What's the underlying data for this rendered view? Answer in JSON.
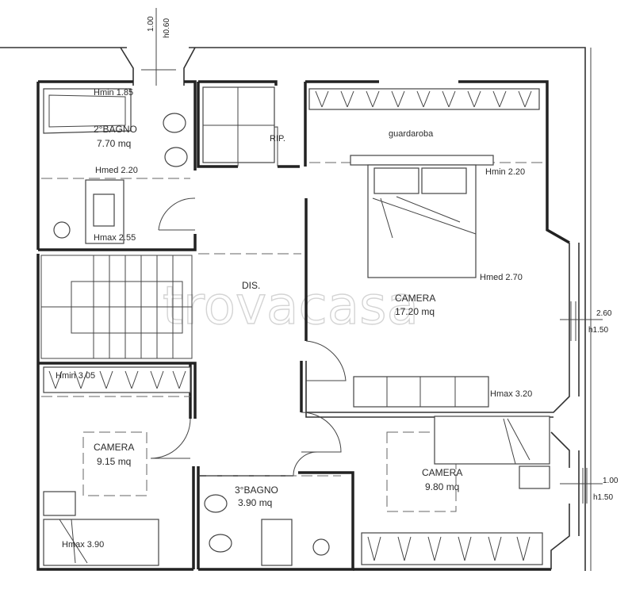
{
  "watermark": "trovacasa",
  "rooms": {
    "bagno2": {
      "name": "2°BAGNO",
      "area": "7.70 mq",
      "hmin": "Hmin 1.85",
      "hmed": "Hmed 2.20",
      "hmax": "Hmax 2.55"
    },
    "rip": {
      "name": "RIP."
    },
    "dis": {
      "name": "DIS."
    },
    "camera1": {
      "name": "CAMERA",
      "area": "17.20 mq",
      "hmin": "Hmin 2.20",
      "hmed": "Hmed 2.70",
      "hmax": "Hmax 3.20",
      "wardrobe": "guardaroba"
    },
    "camera2": {
      "name": "CAMERA",
      "area": "9.15 mq",
      "hmin": "Hmin 3.05",
      "hmax": "Hmax 3.90"
    },
    "bagno3": {
      "name": "3°BAGNO",
      "area": "3.90 mq"
    },
    "camera3": {
      "name": "CAMERA",
      "area": "9.80 mq"
    }
  },
  "dimensions": {
    "top_window": {
      "w": "1.00",
      "h": "h0.60"
    },
    "right_window_1": {
      "w": "2.60",
      "h": "h1.50"
    },
    "right_window_2": {
      "w": "1.00",
      "h": "h1.50"
    }
  }
}
